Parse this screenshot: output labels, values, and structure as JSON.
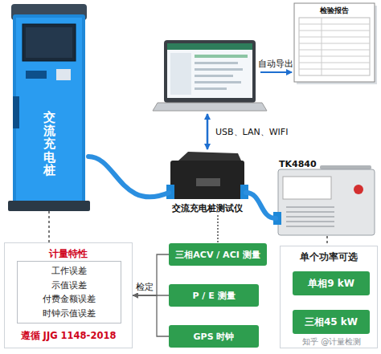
{
  "diagram": {
    "nodes": [
      {
        "text": [
          "交流充电桩"
        ]
      },
      {
        "text": [
          "检验报告"
        ]
      },
      {
        "text": [
          "交流充电桩测试仪"
        ]
      },
      {
        "text": [
          "TK4840"
        ]
      },
      {
        "text": [
          "计量特性",
          "遵循 JJG 1148-2018"
        ]
      },
      {
        "text": [
          "工作误差",
          "示值误差",
          "付费金额误差",
          "时钟示值误差"
        ],
        "in": 4
      },
      {
        "text": [
          "三相ACV / ACI 测量"
        ]
      },
      {
        "text": [
          "P / E 测量"
        ]
      },
      {
        "text": [
          "GPS 时钟"
        ]
      },
      {
        "text": [
          "单个功率可选"
        ]
      },
      {
        "text": [
          "单相9 kW"
        ],
        "in": 9
      },
      {
        "text": [
          "三相45 kW"
        ],
        "in": 9
      }
    ],
    "edges": [
      {
        "from": 0,
        "to": 2,
        "arrow": "none"
      },
      {
        "from": 2,
        "to": 3,
        "arrow": "none"
      },
      {
        "from": 0,
        "to": 4,
        "arrow": "none"
      },
      {
        "from": 3,
        "to": 9,
        "arrow": "none"
      },
      {
        "from": 2,
        "to": 6,
        "arrow": "none"
      },
      {
        "from": 6,
        "to": 4,
        "arrow": "to"
      },
      {
        "from": 7,
        "to": 4,
        "arrow": "to",
        "label": "检定"
      },
      {
        "from": 8,
        "to": 4,
        "arrow": "to"
      }
    ],
    "labels": [
      "自动导出",
      "USB、LAN、WIFI",
      "知乎 @计量检测"
    ]
  }
}
